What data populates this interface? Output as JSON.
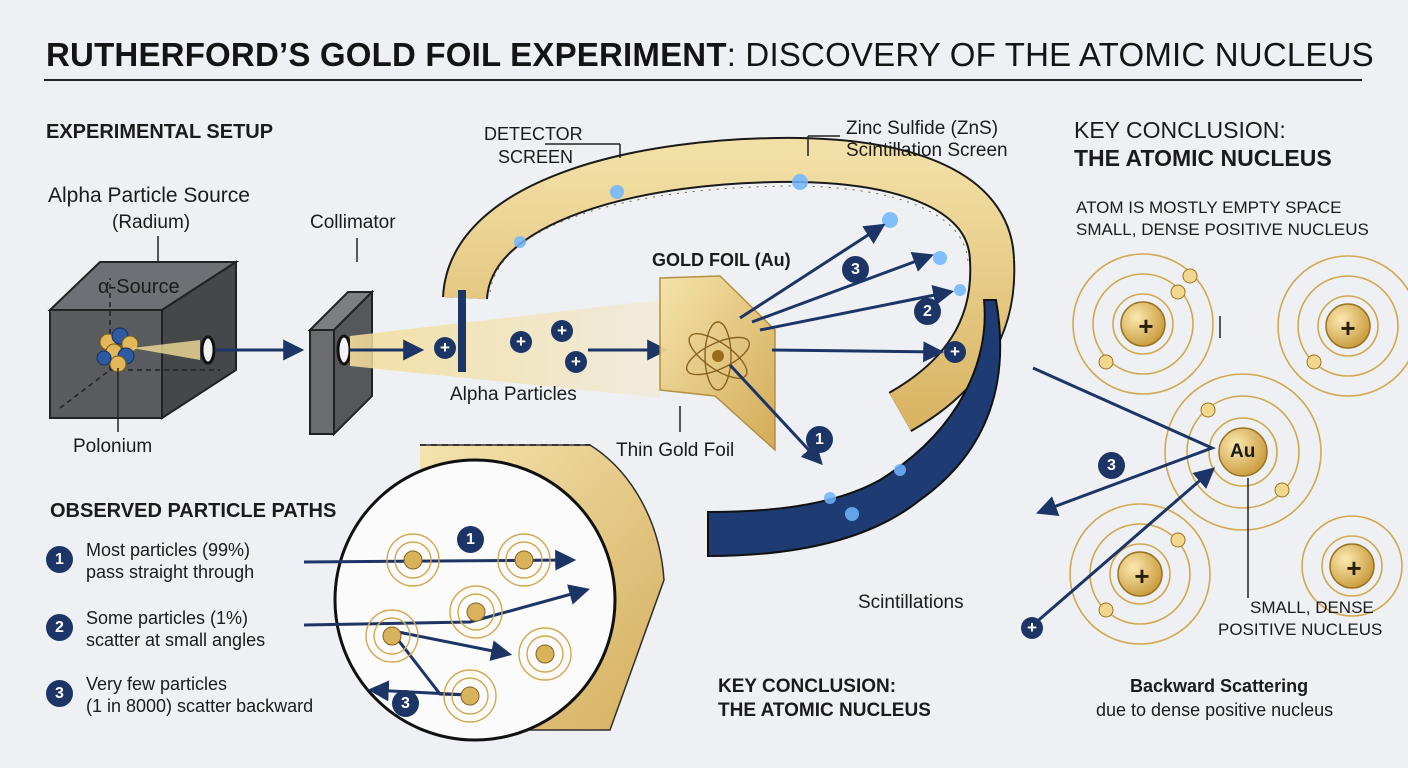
{
  "title": {
    "bold": "RUTHERFORD’S GOLD FOIL EXPERIMENT",
    "light": ": DISCOVERY OF THE ATOMIC NUCLEUS"
  },
  "setup": {
    "heading": "EXPERIMENTAL SETUP",
    "source_title": "Alpha Particle Source",
    "source_sub": "(Radium)",
    "source_box": "α-Source",
    "polonium": "Polonium",
    "collimator": "Collimator",
    "alpha_particles": "Alpha Particles",
    "detector": [
      "DETECTOR",
      "SCREEN"
    ],
    "zns": [
      "Zinc Sulfide (ZnS)",
      "Scintillation Screen"
    ],
    "gold_foil": "GOLD FOIL (Au)",
    "thin_foil": "Thin Gold Foil",
    "scintillations": "Scintillations",
    "plus": "+"
  },
  "observed": {
    "heading": "OBSERVED PARTICLE PATHS",
    "items": [
      {
        "num": "1",
        "line1": "Most particles (99%)",
        "line2": "pass straight through"
      },
      {
        "num": "2",
        "line1": "Some particles (1%)",
        "line2": "scatter at small angles"
      },
      {
        "num": "3",
        "line1": "Very few particles",
        "line2": "(1 in 8000) scatter backward"
      }
    ]
  },
  "conclusion_bottom": [
    "KEY CONCLUSION:",
    "THE ATOMIC NUCLEUS"
  ],
  "conclusion_right": {
    "line1": "KEY CONCLUSION:",
    "line2": "THE ATOMIC NUCLEUS",
    "note1": "ATOM IS MOSTLY EMPTY SPACE",
    "note2": "SMALL, DENSE POSITIVE NUCLEUS",
    "nucleus_label": "Au",
    "small_dense": [
      "SMALL, DENSE",
      "POSITIVE NUCLEUS"
    ],
    "backward_title": "Backward Scattering",
    "backward_sub": "due to dense positive nucleus"
  },
  "path_numbers": [
    "1",
    "2",
    "3"
  ],
  "colors": {
    "navy": "#1c3566",
    "gold": "#d9b25c",
    "gold_light": "#f0dca0",
    "gray_dark": "#4d4f53"
  }
}
